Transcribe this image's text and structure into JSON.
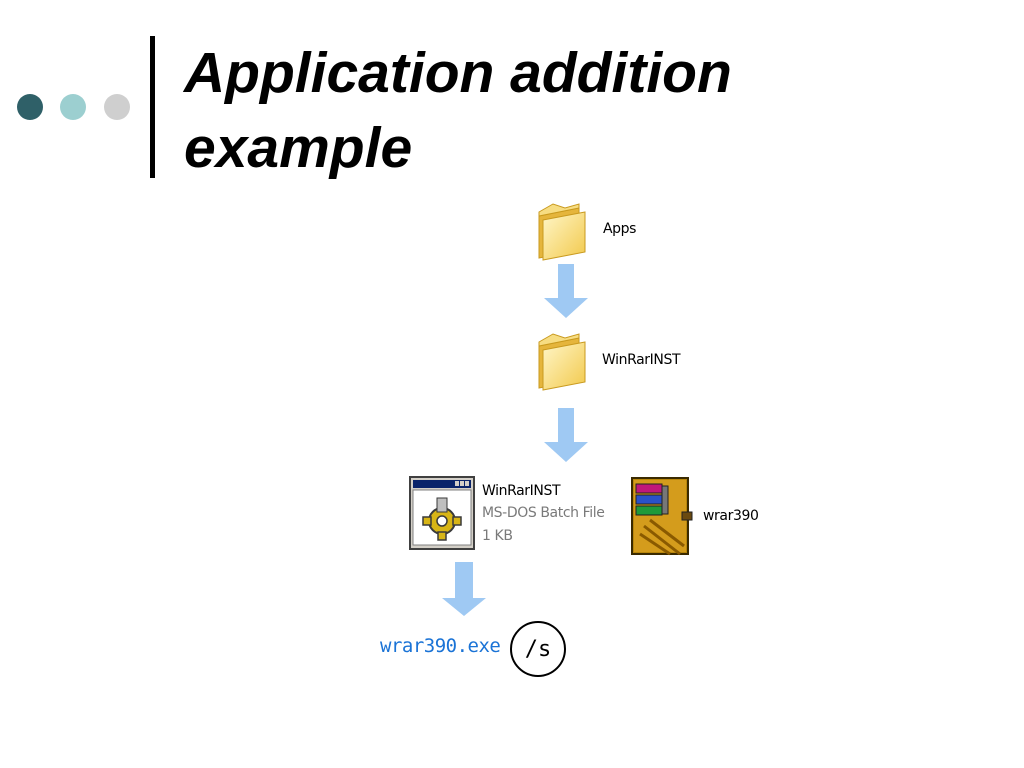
{
  "slide": {
    "title_line1": "Application addition",
    "title_line2": "example",
    "bullet_colors": [
      "#2f6068",
      "#9ccfd0",
      "#cfcfcf"
    ]
  },
  "folders": [
    {
      "label": "Apps",
      "icon": "folder-icon"
    },
    {
      "label": "WinRarINST",
      "icon": "folder-icon"
    }
  ],
  "files": {
    "batch": {
      "name": "WinRarINST",
      "type": "MS-DOS Batch File",
      "size": "1 KB",
      "icon": "batch-file-icon"
    },
    "archive": {
      "name": "wrar390",
      "icon": "winrar-installer-icon"
    }
  },
  "command": {
    "executable": "wrar390.exe",
    "switch": "/s",
    "color": "#1a73d6"
  }
}
